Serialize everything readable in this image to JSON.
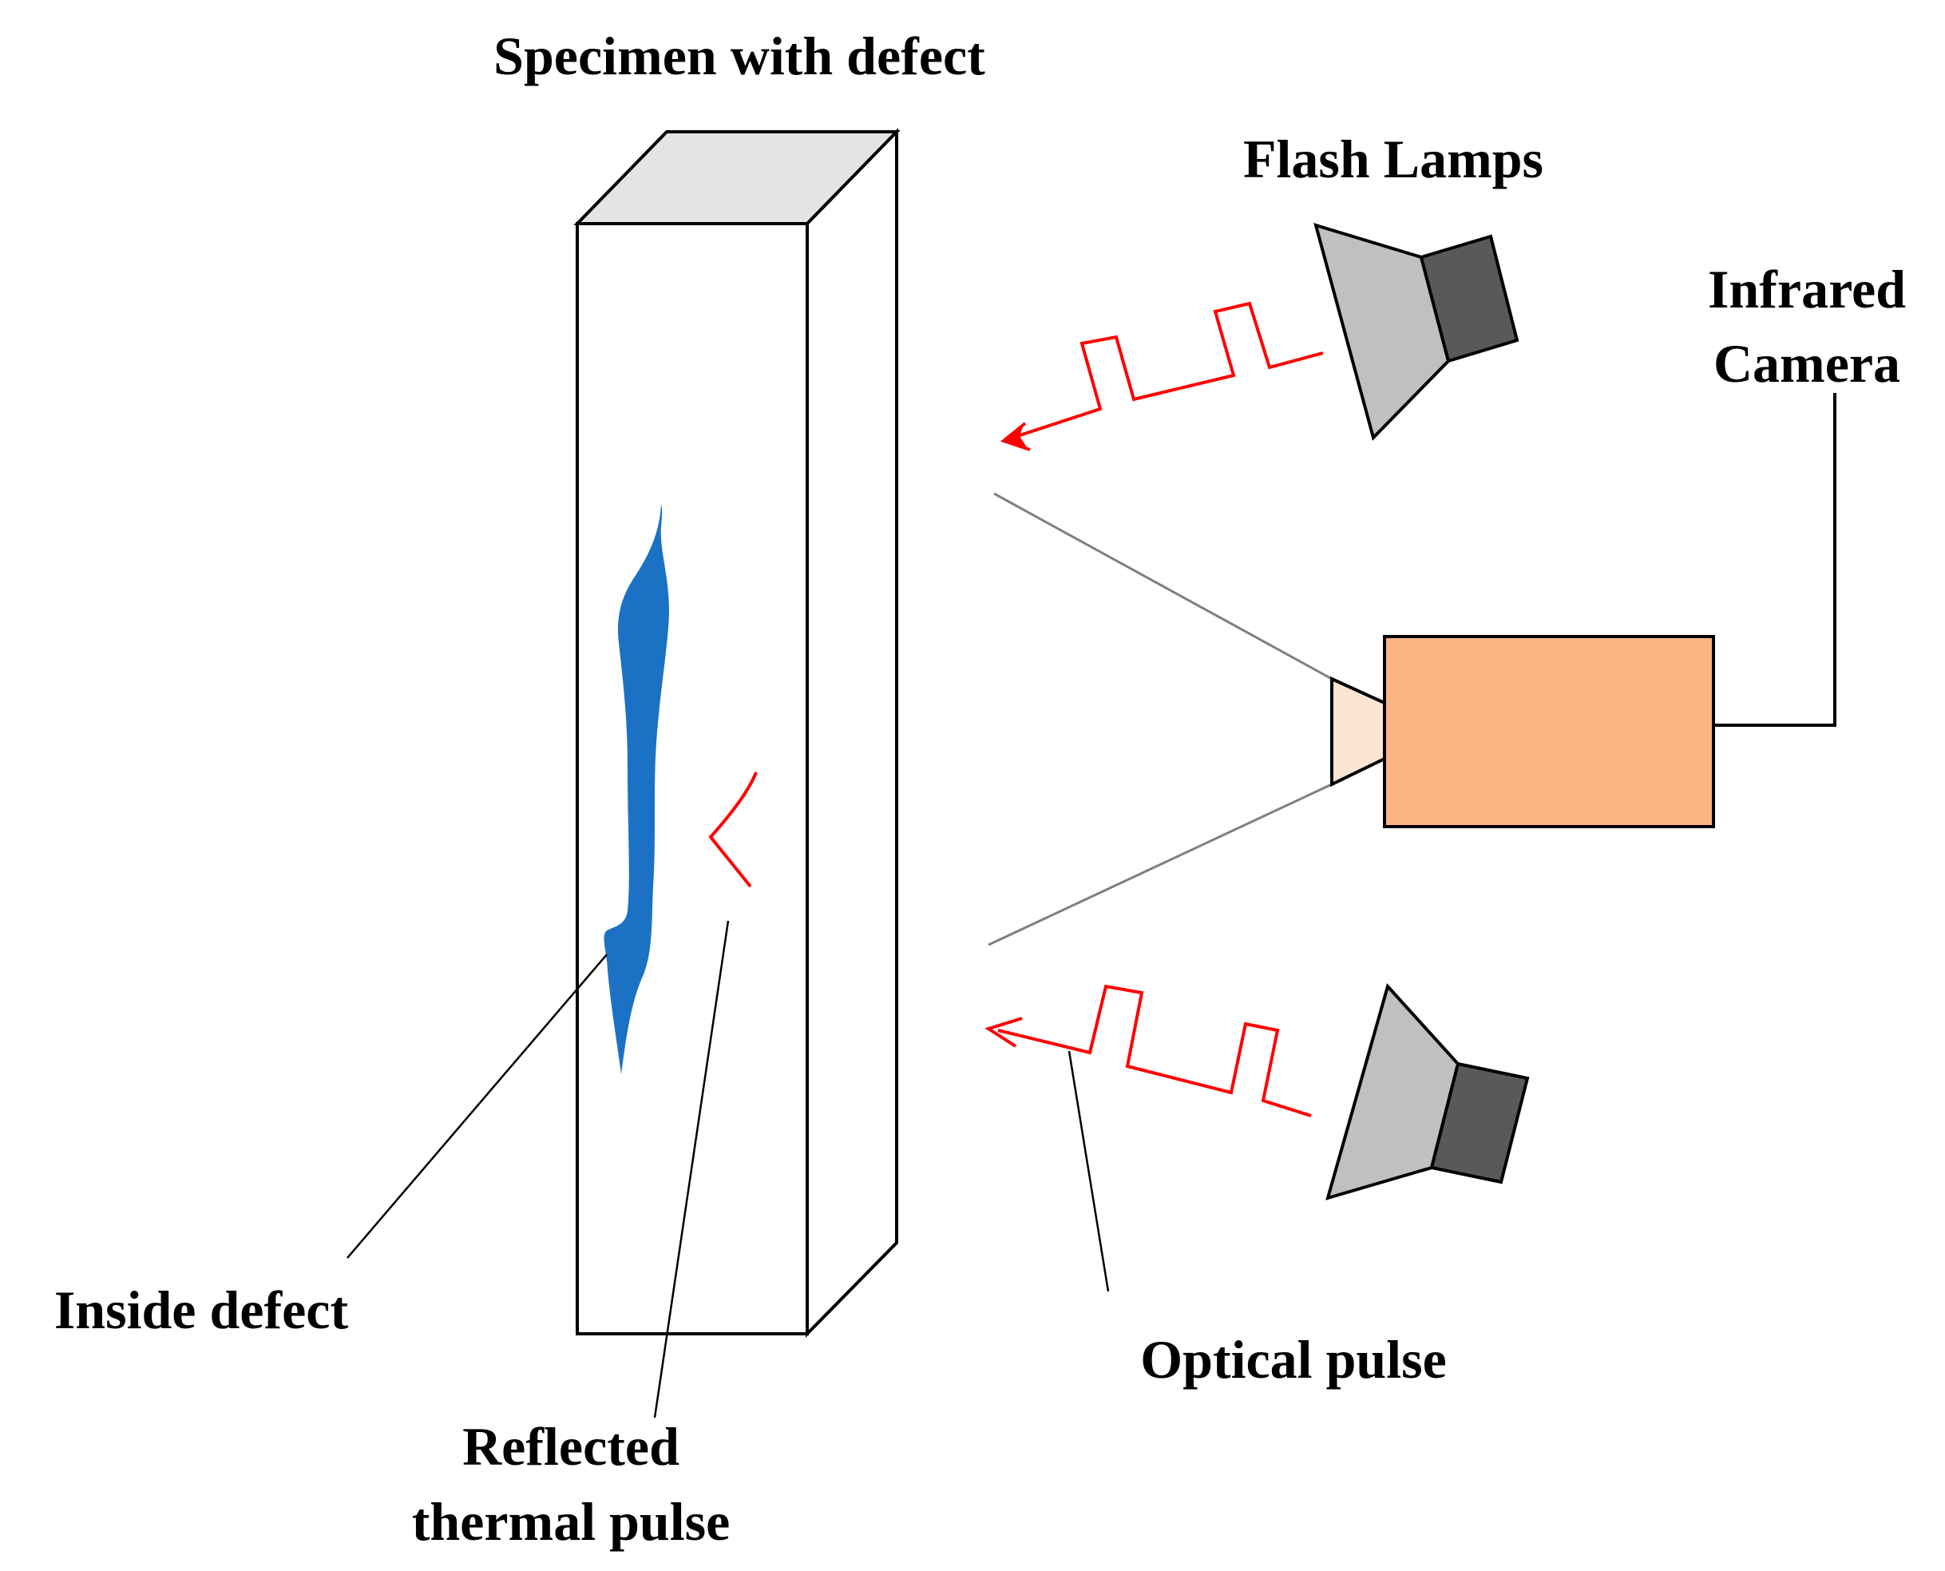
{
  "labels": {
    "specimen": "Specimen with defect",
    "flash_lamps": "Flash Lamps",
    "infrared_camera_line1": "Infrared",
    "infrared_camera_line2": "Camera",
    "inside_defect": "Inside defect",
    "reflected_line1": "Reflected",
    "reflected_line2": "thermal pulse",
    "optical_pulse": "Optical pulse"
  },
  "colors": {
    "defect": "#1b72c4",
    "pulse": "#ff0000",
    "specimen_top": "#e4e4e4",
    "lamp_reflector": "#c0c0c0",
    "lamp_base": "#595959",
    "camera_body": "#fdb485",
    "camera_lens": "#fde5d3",
    "view_lines": "#7f7f7f"
  }
}
